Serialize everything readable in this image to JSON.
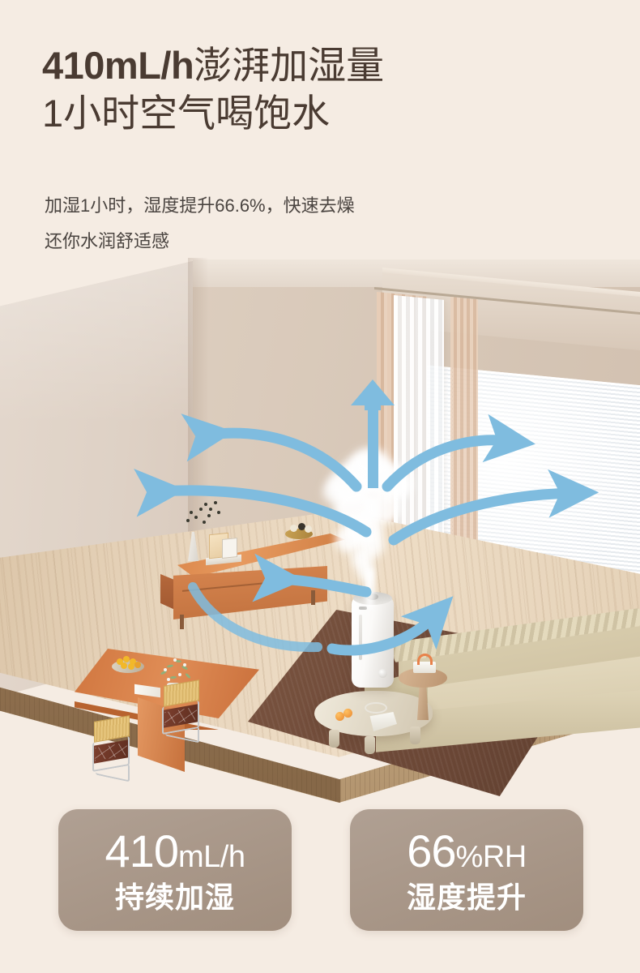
{
  "headline": {
    "line1_strong": "410mL/h",
    "line1_normal": "澎湃加湿量",
    "line2": "1小时空气喝饱水"
  },
  "subtitle": {
    "line1": "加湿1小时，湿度提升66.6%，快速去燥",
    "line2": "还你水润舒适感"
  },
  "scene": {
    "description": "室内场景：加湿器喷雾，蓝色气流箭头向四周扩散",
    "product_name": "加湿器",
    "furniture": {
      "tv_console": "电视柜",
      "dining_table": "餐桌",
      "chair": "餐椅",
      "sofa": "沙发",
      "coffee_table": "茶几",
      "side_table": "边几",
      "rug": "地毯",
      "window": "窗户百叶帘",
      "curtain": "窗帘"
    },
    "airflow_arrows": [
      {
        "name": "arrow-up",
        "direction": "up"
      },
      {
        "name": "arrow-left-upper",
        "direction": "left"
      },
      {
        "name": "arrow-left-lower",
        "direction": "left"
      },
      {
        "name": "arrow-left-floor",
        "direction": "left"
      },
      {
        "name": "arrow-right-upper",
        "direction": "right"
      },
      {
        "name": "arrow-right-lower",
        "direction": "right"
      },
      {
        "name": "arrow-right-floor",
        "direction": "right"
      }
    ]
  },
  "badges": [
    {
      "name": "badge-humidify-rate",
      "value_number": "410",
      "value_unit": "mL/h",
      "label": "持续加湿"
    },
    {
      "name": "badge-humidity-rise",
      "value_number": "66",
      "value_unit": "%RH",
      "label": "湿度提升"
    }
  ],
  "colors": {
    "page_background": "#f5ece3",
    "headline_text": "#4a3b32",
    "subtitle_text": "#4a4440",
    "badge_background": "#a89484",
    "badge_text": "#ffffff",
    "airflow_arrow": "#7fbcdf",
    "wall_left": "#ded1c5",
    "wall_back": "#d8c9ba",
    "floor_wood": "#e7d4bb",
    "rug": "#6b4736",
    "console_wood": "#d98448",
    "sofa": "#ded3b4"
  }
}
